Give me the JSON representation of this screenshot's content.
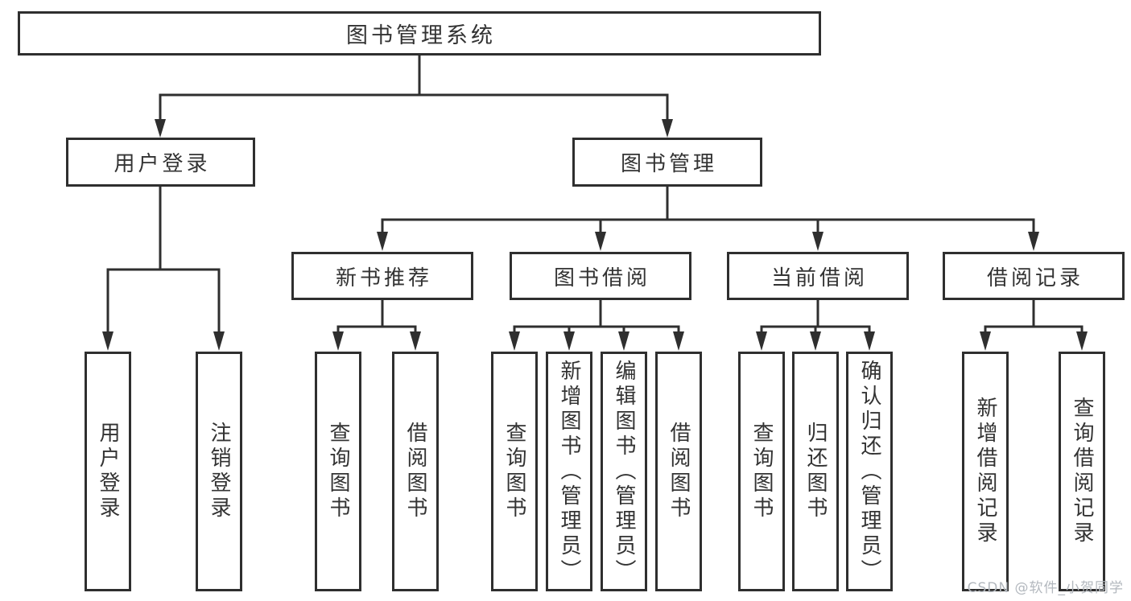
{
  "diagram": {
    "root": "图书管理系统",
    "level2": {
      "user_login": "用户登录",
      "book_mgmt": "图书管理"
    },
    "level3": {
      "new_book": "新书推荐",
      "book_borrow": "图书借阅",
      "current_borrow": "当前借阅",
      "borrow_record": "借阅记录"
    },
    "leaves": {
      "user_login": "用户登录",
      "logout": "注销登录",
      "nb_query": "查询图书",
      "nb_borrow": "借阅图书",
      "bb_query": "查询图书",
      "bb_add": "新增图书（管理员）",
      "bb_edit": "编辑图书（管理员）",
      "bb_borrow": "借阅图书",
      "cb_query": "查询图书",
      "cb_return": "归还图书",
      "cb_confirm": "确认归还（管理员）",
      "br_add": "新增借阅记录",
      "br_query": "查询借阅记录"
    }
  },
  "watermark": "CSDN @软件_小贺同学",
  "colors": {
    "line": "#2f2f2f",
    "box_border": "#2f2f2f",
    "text": "#333333",
    "watermark": "#b3b8be",
    "background": "#ffffff"
  }
}
